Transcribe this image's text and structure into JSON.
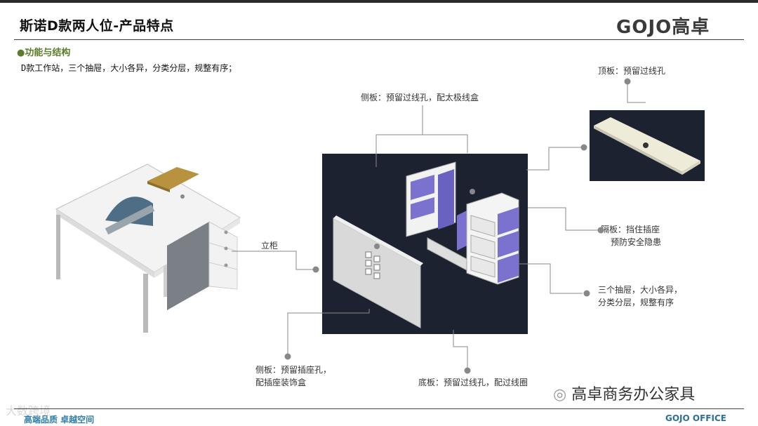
{
  "header": {
    "title": "斯诺D款两人位-产品特点",
    "logo": "GOJO高卓"
  },
  "section": {
    "heading": "●功能与结构",
    "description": "D款工作站，三个抽屉，大小各异，分类分层，规整有序；"
  },
  "callouts": {
    "top_board": "顶板：预留过线孔",
    "side_board_top": "侧板：预留过线孔，配太极线盒",
    "cabinet": "立柜",
    "divider_line1": "隔板：挡住插座",
    "divider_line2": "预防安全隐患",
    "drawers_line1": "三个抽屉，大小各异，",
    "drawers_line2": "分类分层，规整有序",
    "side_board_bottom_line1": "侧板：预留插座孔，",
    "side_board_bottom_line2": "配插座装饰盒",
    "bottom_board": "底板：预留过线孔，配过线圈"
  },
  "watermarks": {
    "wechat": "高卓商务办公家具",
    "left": "大数跨境"
  },
  "footer": {
    "slogan": "高端品质 卓越空间",
    "brand": "GOJO OFFICE"
  },
  "colors": {
    "panel": "#1c2230",
    "drawer_accent": "#7b72d0",
    "section_green": "#5b7c2a",
    "footer_blue": "#2f7ea5"
  }
}
